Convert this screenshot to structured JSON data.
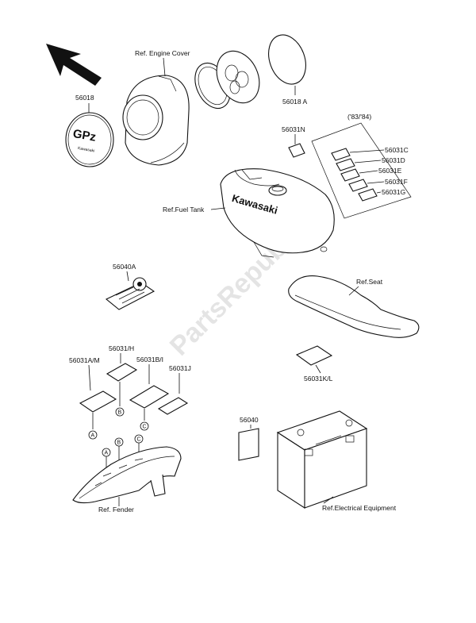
{
  "labels": {
    "p56018": "56018",
    "ref_engine_cover": "Ref. Engine Cover",
    "p56018a": "56018 A",
    "p56031n": "56031N",
    "years": "('83/'84)",
    "p56031c": "56031C",
    "p56031d": "56031D",
    "p56031e": "56031E",
    "p56031f": "56031F",
    "p56031g": "56031G",
    "ref_fuel_tank": "Ref.Fuel Tank",
    "p56040a": "56040A",
    "ref_seat": "Ref.Seat",
    "p56031kl": "56031K/L",
    "p56031h": "56031/H",
    "p56031am": "56031A/M",
    "p56031bi": "56031B/I",
    "p56031j": "56031J",
    "p56040": "56040",
    "ref_fender": "Ref. Fender",
    "ref_electrical": "Ref.Electrical Equipment"
  },
  "decals": {
    "tank_brand": "Kawasaki",
    "emblem_text": "GPz",
    "emblem_sub": "Kawasaki"
  },
  "callouts": {
    "a": "A",
    "b": "B",
    "c": "C"
  },
  "watermark": "PartsRepublik"
}
